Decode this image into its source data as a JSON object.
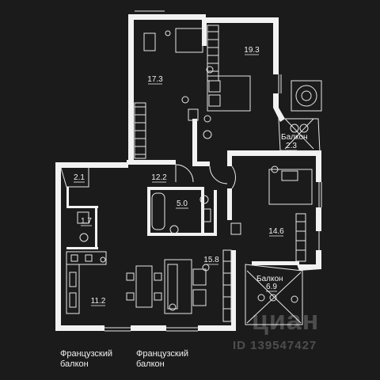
{
  "rooms": {
    "bedroom_left": "17.3",
    "bedroom_top_right": "19.3",
    "balcony_right_area": "2.3",
    "hall": "12.2",
    "storage": "2.1",
    "bathroom": "5.0",
    "toilet": "1.7",
    "bedroom_right": "14.6",
    "living_room": "15.8",
    "kitchen": "11.2",
    "balcony_bottom_area": "6.9"
  },
  "labels": {
    "balcony_right": "Балкон",
    "balcony_bottom": "Балкон"
  },
  "captions": {
    "french_balcony_1_line1": "Французский",
    "french_balcony_1_line2": "балкон",
    "french_balcony_2_line1": "Французский",
    "french_balcony_2_line2": "балкон"
  },
  "watermark": {
    "logo_text": "циан",
    "listing_id": "ID 139547427"
  }
}
